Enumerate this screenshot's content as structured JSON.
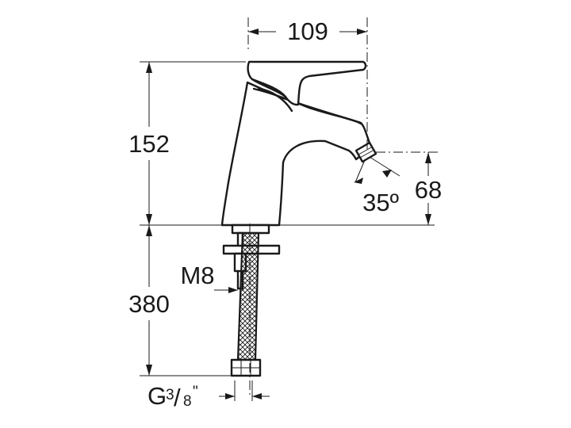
{
  "dimensions": {
    "width_label": "109",
    "height_label": "152",
    "spout_height_label": "68",
    "angle_label": "35º",
    "hose_length_label": "380",
    "thread_label": "M8",
    "connection_label": "G",
    "connection_fraction_num": "3",
    "connection_fraction_sep": "/",
    "connection_fraction_den": "8",
    "connection_inch_mark": "\""
  }
}
